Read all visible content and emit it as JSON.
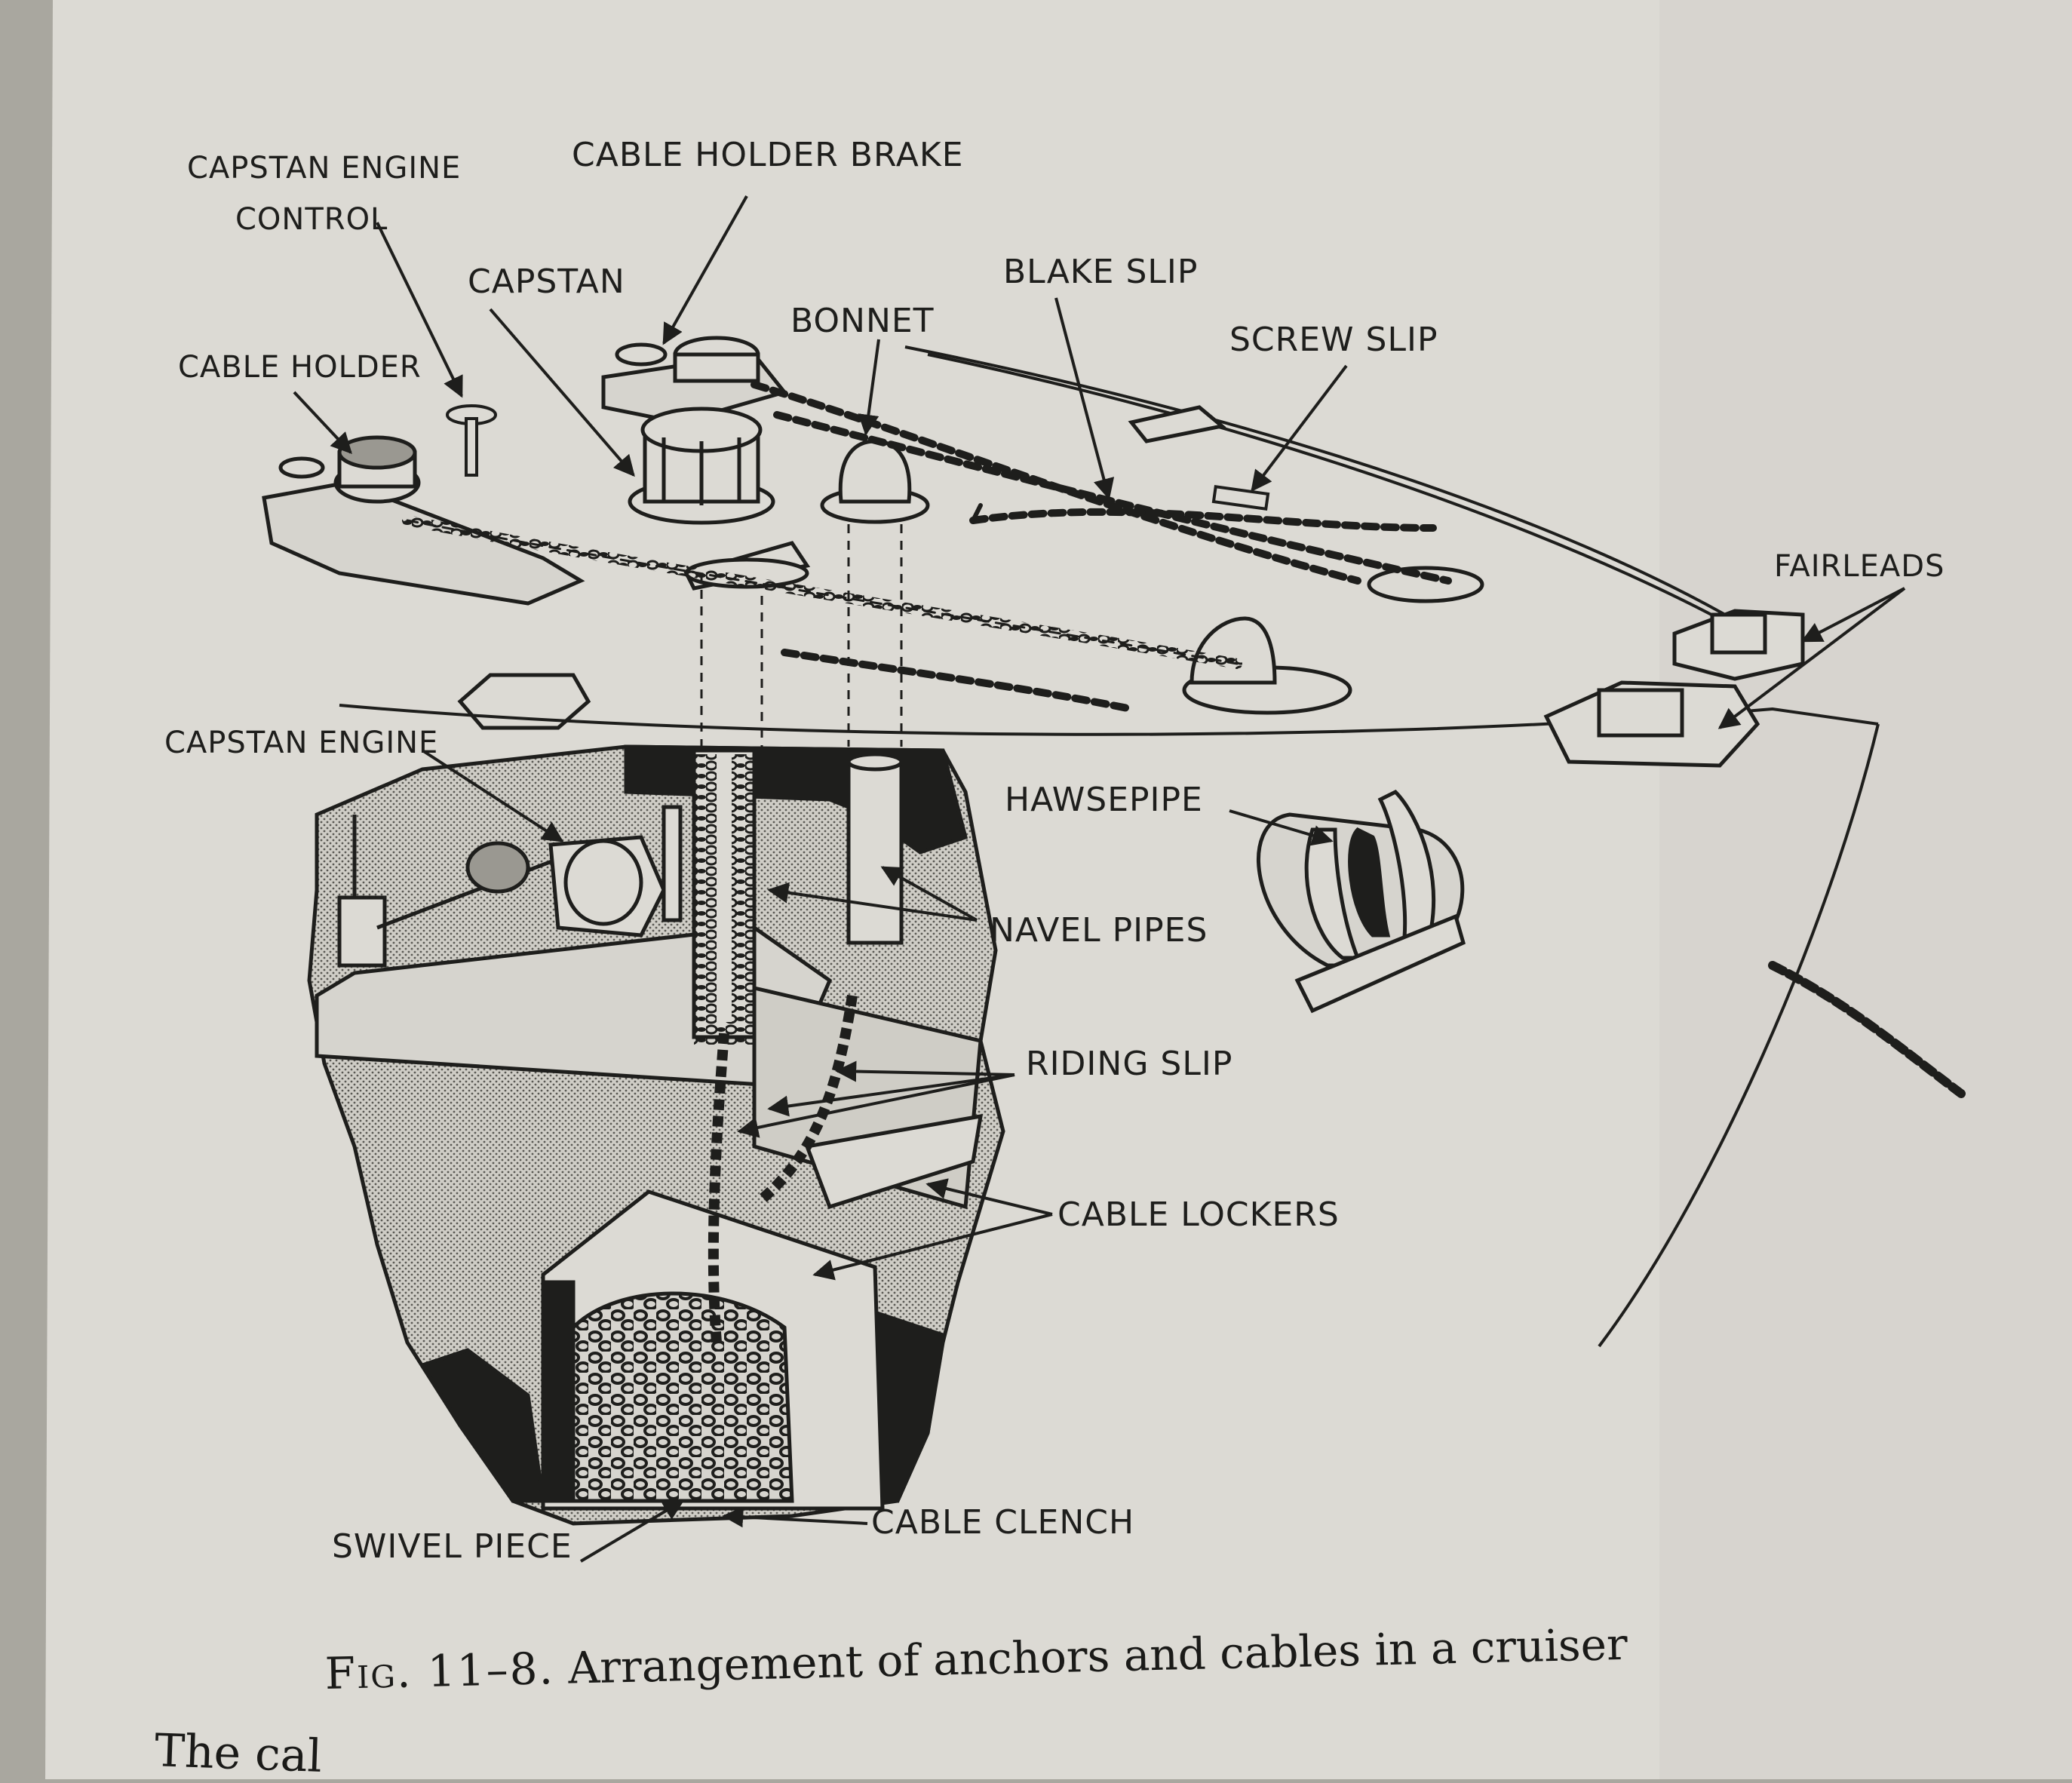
{
  "labels": {
    "capstan_engine_control_1": "CAPSTAN ENGINE",
    "capstan_engine_control_2": "CONTROL",
    "cable_holder_brake": "CABLE HOLDER BRAKE",
    "capstan": "CAPSTAN",
    "bonnet": "BONNET",
    "blake_slip": "BLAKE SLIP",
    "screw_slip": "SCREW SLIP",
    "cable_holder": "CABLE HOLDER",
    "fairleads": "FAIRLEADS",
    "capstan_engine": "CAPSTAN ENGINE",
    "hawsepipe": "HAWSEPIPE",
    "navel_pipes": "NAVEL PIPES",
    "riding_slip": "RIDING SLIP",
    "cable_lockers": "CABLE LOCKERS",
    "swivel_piece": "SWIVEL PIECE",
    "cable_clench": "CABLE CLENCH"
  },
  "caption": {
    "fig": "Fig. 11–8.",
    "text": "Arrangement of anchors and cables in a cruiser"
  },
  "body_text": "The cal",
  "colors": {
    "paper": "#dcdad4",
    "ink": "#1e1e1c",
    "shade": "#b4b2ab",
    "page_edge": "#a9a79f"
  }
}
